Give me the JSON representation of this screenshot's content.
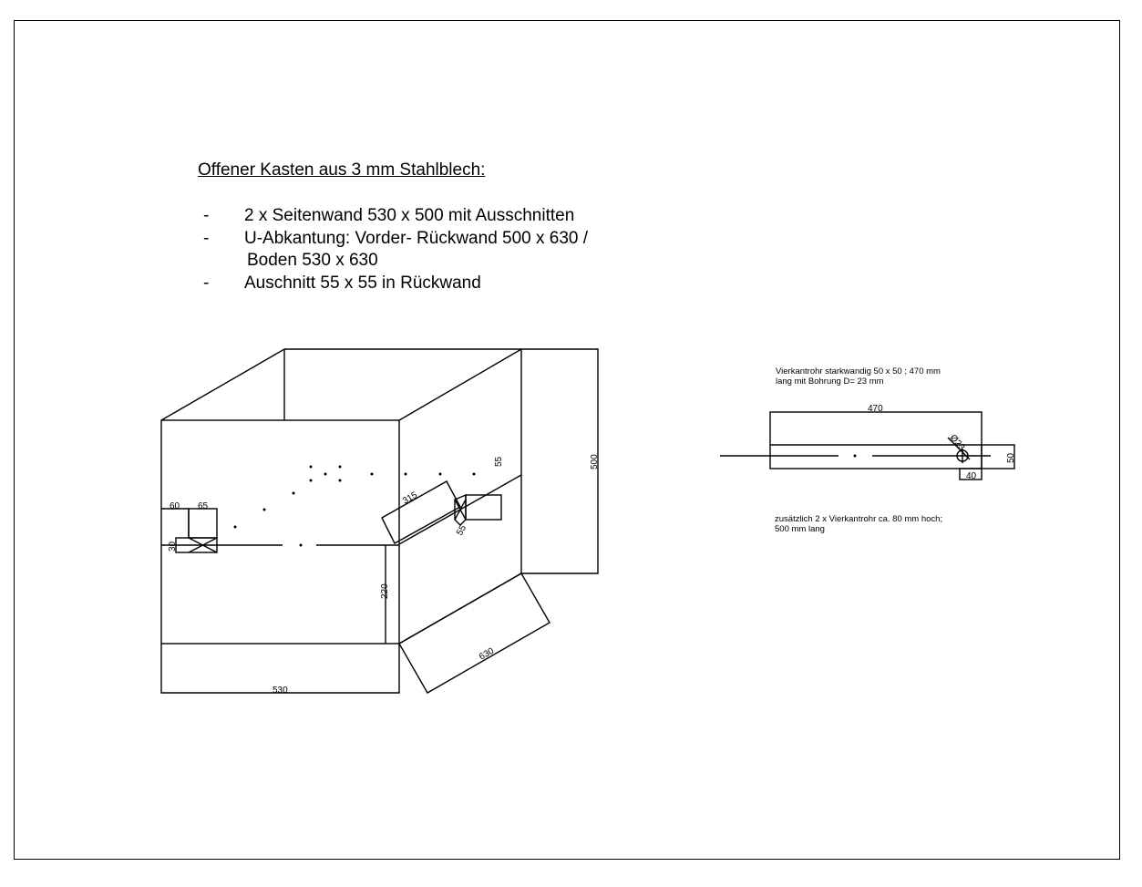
{
  "heading": "Offener Kasten aus 3 mm Stahlblech:",
  "list": {
    "dash": "-",
    "item1": "2 x Seitenwand 530 x 500  mit Ausschnitten",
    "item2": "U-Abkantung: Vorder- Rückwand 500 x 630 /",
    "item2_cont": "Boden 530 x 630",
    "item3": "Auschnitt 55 x 55 in Rückwand"
  },
  "tube_note": {
    "line1": "Vierkantrohr starkwandig 50 x 50 ; 470 mm",
    "line2": "lang mit Bohrung D= 23 mm"
  },
  "extra_note": {
    "line1": "zusätzlich 2 x Vierkantrohr  ca. 80 mm hoch;",
    "line2": "500 mm lang"
  },
  "box_dims": {
    "d60": "60",
    "d65": "65",
    "d30": "30",
    "d220": "220",
    "d530": "530",
    "d630": "630",
    "d500": "500",
    "d315": "315",
    "d55a": "55",
    "d55b": "55"
  },
  "tube_dims": {
    "d470": "470",
    "d50": "50",
    "d40": "40",
    "dbore": "Ø23"
  }
}
